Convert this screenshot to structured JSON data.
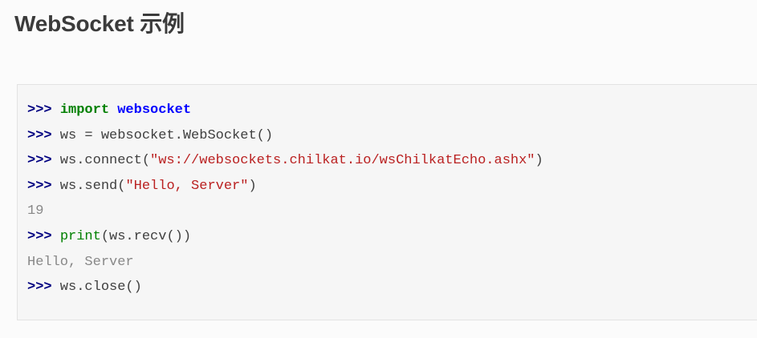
{
  "page": {
    "title": "WebSocket 示例",
    "background_color": "#fbfbfb"
  },
  "code_block": {
    "background_color": "#f6f6f6",
    "border_color": "#e3e3e3",
    "language": "python-console",
    "prompt": ">>>",
    "colors": {
      "prompt": "#000080",
      "keyword": "#008000",
      "module": "#0000ff",
      "builtin": "#008000",
      "string": "#ba2121",
      "plain": "#3f3f3f",
      "output": "#888888"
    },
    "lines": [
      {
        "kind": "input",
        "text": ">>> import websocket",
        "tokens": [
          {
            "t": ">>>",
            "c": "prompt"
          },
          {
            "t": " ",
            "c": "plain"
          },
          {
            "t": "import",
            "c": "keyword"
          },
          {
            "t": " ",
            "c": "plain"
          },
          {
            "t": "websocket",
            "c": "module"
          }
        ]
      },
      {
        "kind": "input",
        "text": ">>> ws = websocket.WebSocket()",
        "tokens": [
          {
            "t": ">>>",
            "c": "prompt"
          },
          {
            "t": " ws = websocket.WebSocket()",
            "c": "plain"
          }
        ]
      },
      {
        "kind": "input",
        "text": ">>> ws.connect(\"ws://websockets.chilkat.io/wsChilkatEcho.ashx\")",
        "tokens": [
          {
            "t": ">>>",
            "c": "prompt"
          },
          {
            "t": " ws.connect(",
            "c": "plain"
          },
          {
            "t": "\"ws://websockets.chilkat.io/wsChilkatEcho.ashx\"",
            "c": "string"
          },
          {
            "t": ")",
            "c": "plain"
          }
        ]
      },
      {
        "kind": "input",
        "text": ">>> ws.send(\"Hello, Server\")",
        "tokens": [
          {
            "t": ">>>",
            "c": "prompt"
          },
          {
            "t": " ws.send(",
            "c": "plain"
          },
          {
            "t": "\"Hello, Server\"",
            "c": "string"
          },
          {
            "t": ")",
            "c": "plain"
          }
        ]
      },
      {
        "kind": "output",
        "text": "19",
        "tokens": [
          {
            "t": "19",
            "c": "output"
          }
        ]
      },
      {
        "kind": "input",
        "text": ">>> print(ws.recv())",
        "tokens": [
          {
            "t": ">>>",
            "c": "prompt"
          },
          {
            "t": " ",
            "c": "plain"
          },
          {
            "t": "print",
            "c": "builtin"
          },
          {
            "t": "(ws.recv())",
            "c": "plain"
          }
        ]
      },
      {
        "kind": "output",
        "text": "Hello, Server",
        "tokens": [
          {
            "t": "Hello, Server",
            "c": "output"
          }
        ]
      },
      {
        "kind": "input",
        "text": ">>> ws.close()",
        "tokens": [
          {
            "t": ">>>",
            "c": "prompt"
          },
          {
            "t": " ws.close()",
            "c": "plain"
          }
        ]
      }
    ]
  }
}
